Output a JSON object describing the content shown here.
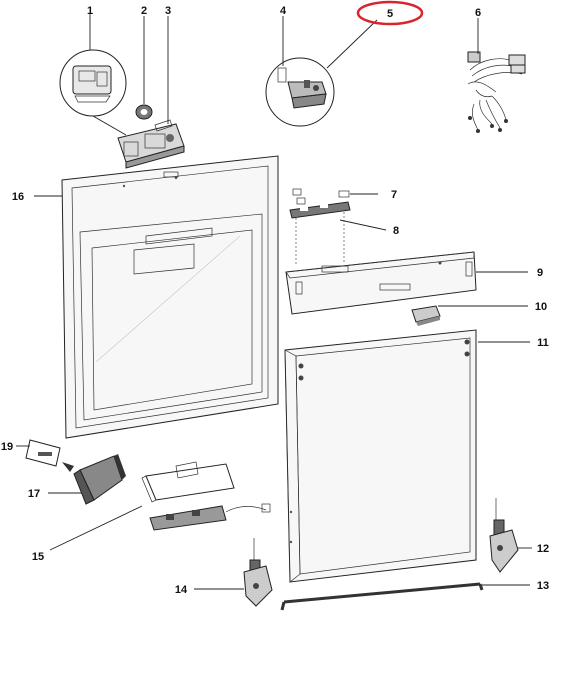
{
  "diagram": {
    "callouts": [
      {
        "id": "1",
        "label": "1"
      },
      {
        "id": "2",
        "label": "2"
      },
      {
        "id": "3",
        "label": "3"
      },
      {
        "id": "4",
        "label": "4"
      },
      {
        "id": "5",
        "label": "5"
      },
      {
        "id": "6",
        "label": "6"
      },
      {
        "id": "7",
        "label": "7"
      },
      {
        "id": "8",
        "label": "8"
      },
      {
        "id": "9",
        "label": "9"
      },
      {
        "id": "10",
        "label": "10"
      },
      {
        "id": "11",
        "label": "11"
      },
      {
        "id": "12",
        "label": "12"
      },
      {
        "id": "13",
        "label": "13"
      },
      {
        "id": "14",
        "label": "14"
      },
      {
        "id": "15",
        "label": "15"
      },
      {
        "id": "16",
        "label": "16"
      },
      {
        "id": "17",
        "label": "17"
      },
      {
        "id": "19",
        "label": "19"
      }
    ],
    "highlight": {
      "callout": "5",
      "color": "#d9232d"
    },
    "colors": {
      "line": "#222222",
      "panel_fill": "#f7f7f7",
      "glass_fill": "#ffffff",
      "shade": "#cfcfcf",
      "dark": "#555555"
    }
  }
}
